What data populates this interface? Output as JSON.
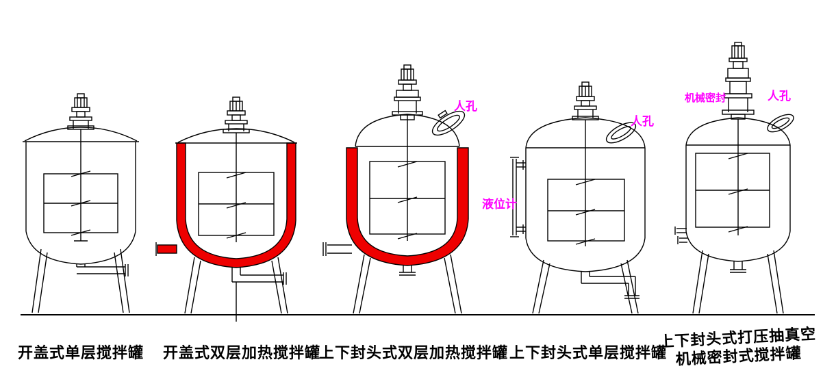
{
  "tanks": [
    {
      "caption": "开盖式单层搅拌罐"
    },
    {
      "caption": "开盖式双层加热搅拌罐"
    },
    {
      "caption": "上下封头式双层加热搅拌罐"
    },
    {
      "caption": "上下封头式单层搅拌罐"
    },
    {
      "caption_line1": "上下封头式打压抽真空",
      "caption_line2": "机械密封式搅拌罐"
    }
  ],
  "annotations": [
    {
      "text": "人孔",
      "attached_to": "tank-3-manhole"
    },
    {
      "text": "人孔",
      "attached_to": "tank-4-manhole"
    },
    {
      "text": "液位计",
      "attached_to": "tank-4-level-gauge"
    },
    {
      "text": "机械密封",
      "attached_to": "tank-5-mechanical-seal"
    },
    {
      "text": "人孔",
      "attached_to": "tank-5-manhole"
    }
  ],
  "colors": {
    "line": "#000000",
    "jacket_fill": "#ee0000",
    "annotation_text": "#ff00ff",
    "caption_text": "#000000",
    "background": "#ffffff"
  }
}
